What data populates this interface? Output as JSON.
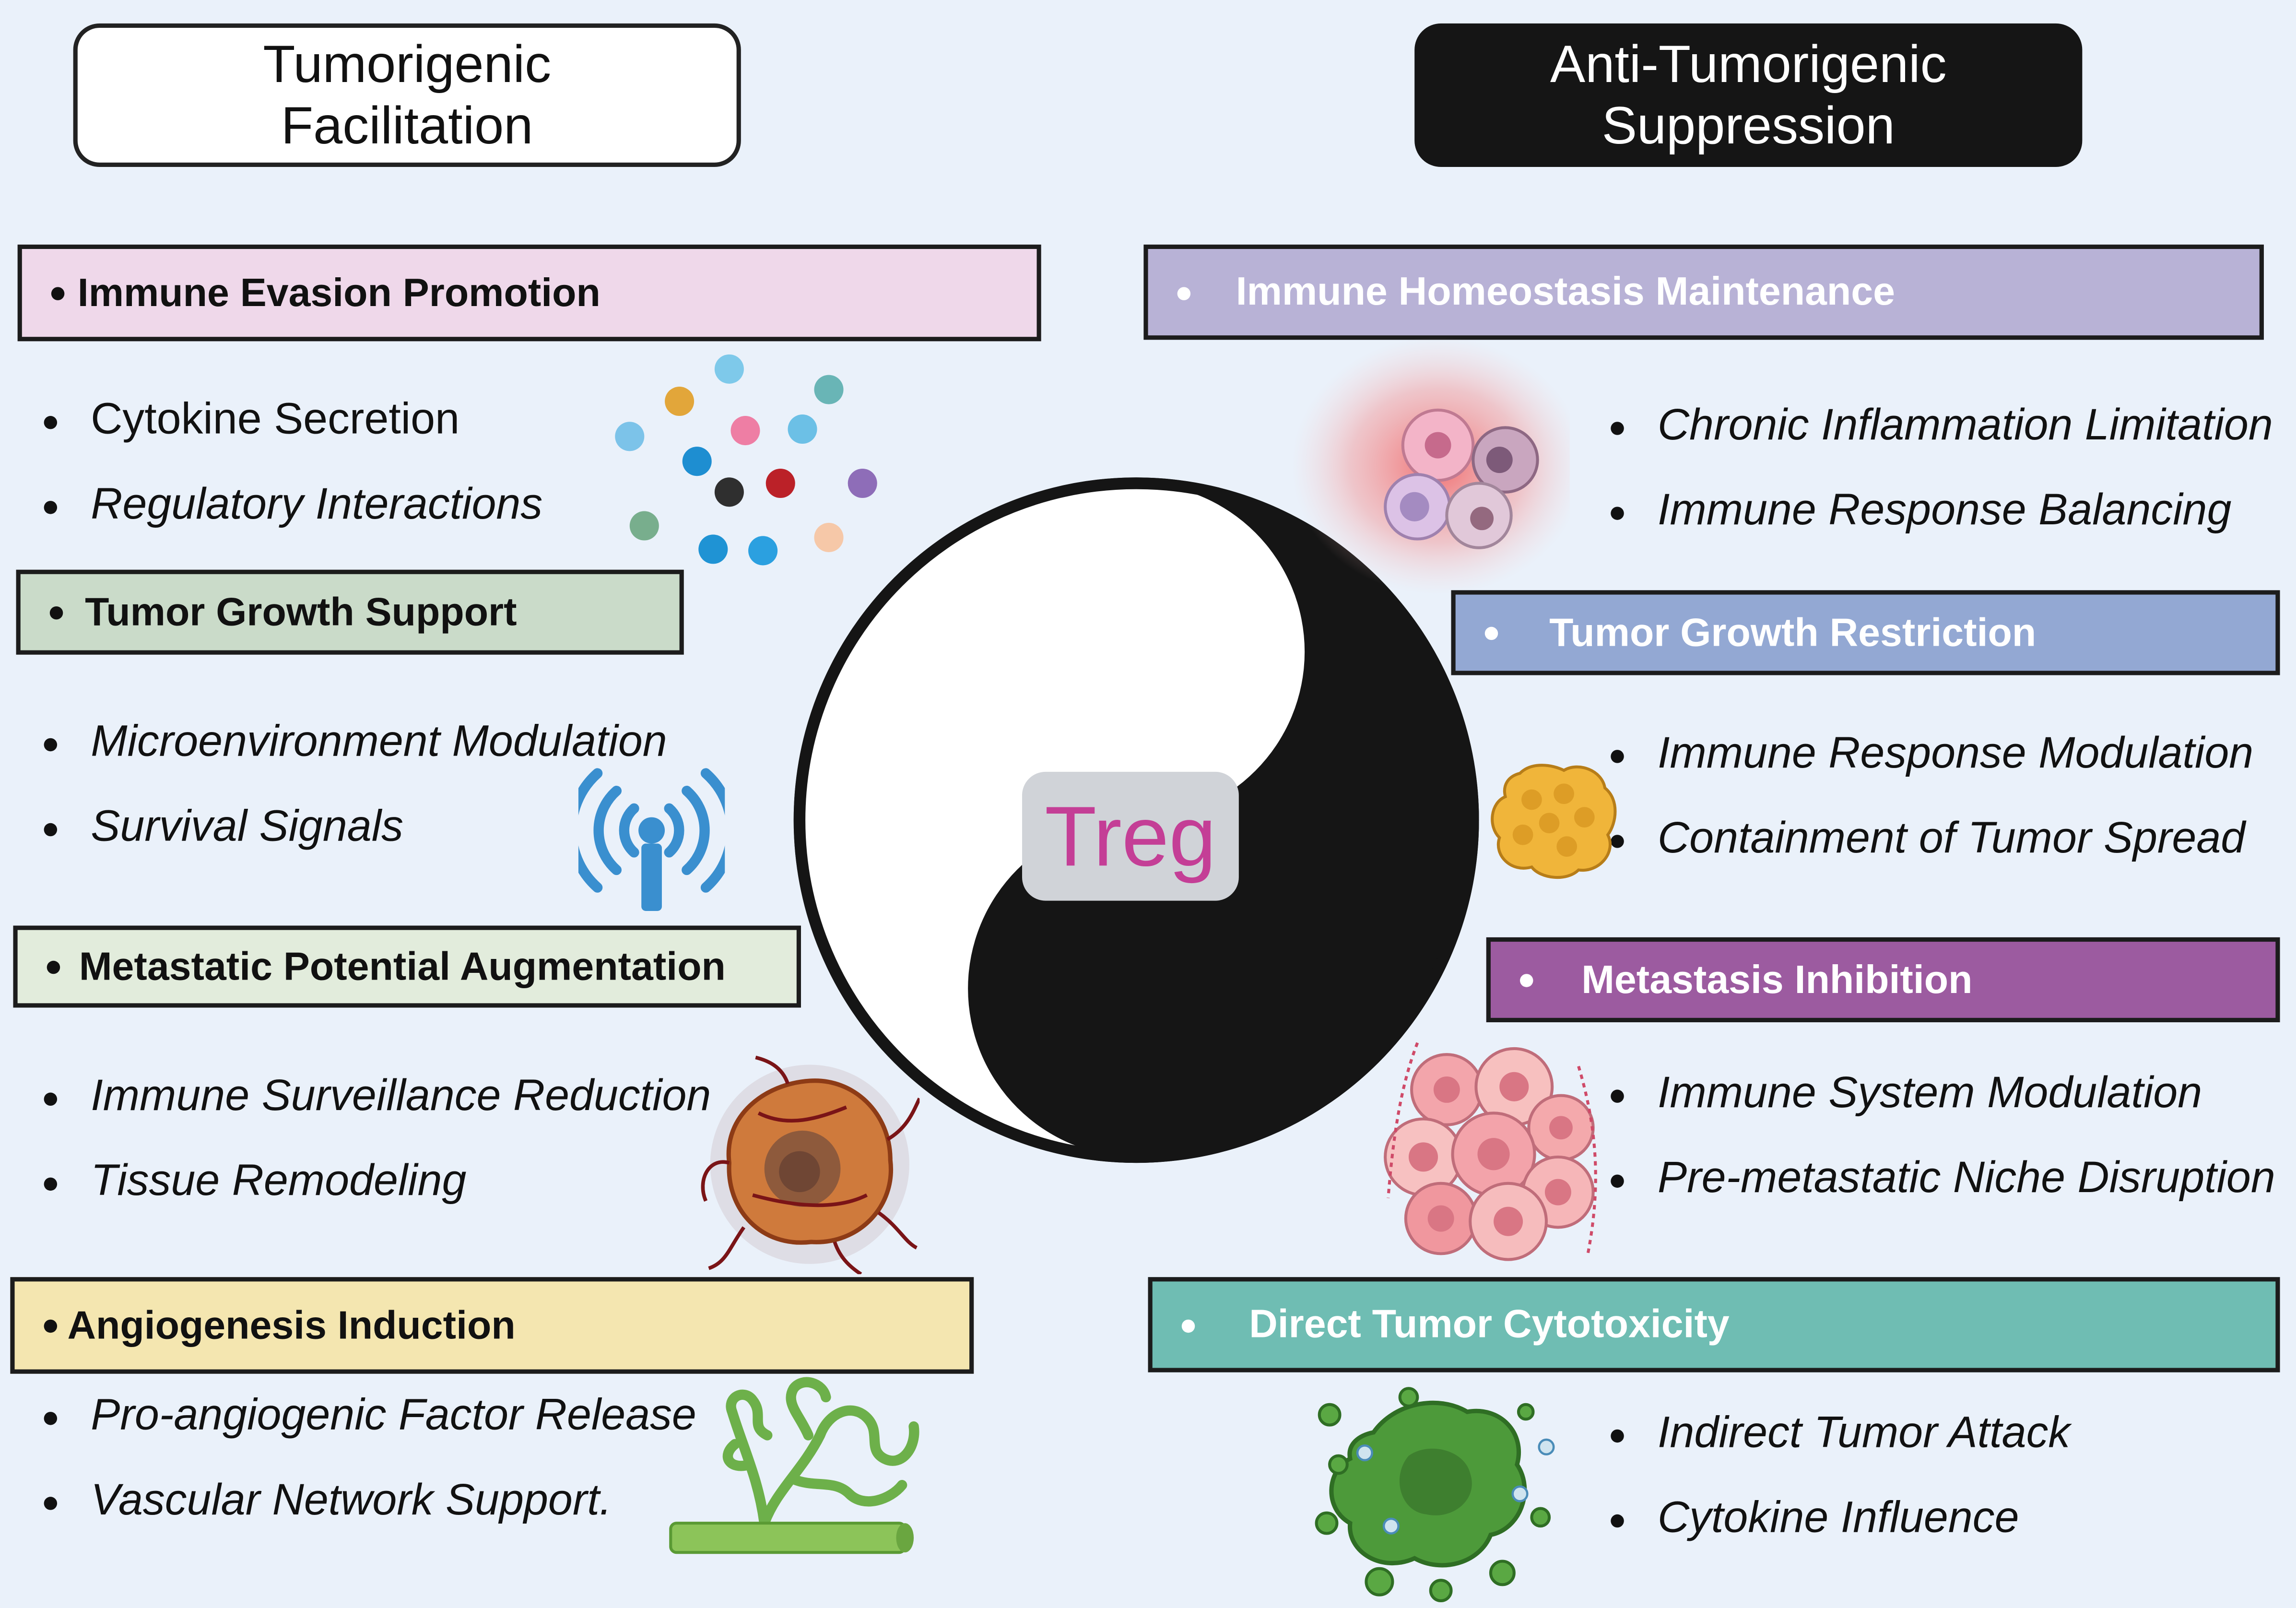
{
  "headers": {
    "left": "Tumorigenic\nFacilitation",
    "right": "Anti-Tumorigenic\nSuppression"
  },
  "center_label": "Treg",
  "left": {
    "immune_evasion": {
      "title": "Immune Evasion Promotion",
      "items": [
        "Cytokine Secretion",
        "Regulatory Interactions"
      ]
    },
    "tumor_growth": {
      "title": "Tumor Growth Support",
      "items": [
        "Microenvironment Modulation",
        "Survival Signals"
      ]
    },
    "metastatic": {
      "title": "Metastatic Potential Augmentation",
      "items": [
        "Immune Surveillance Reduction",
        "Tissue Remodeling"
      ]
    },
    "angiogenesis": {
      "title": "Angiogenesis Induction",
      "items": [
        "Pro-angiogenic Factor Release",
        "Vascular Network Support."
      ]
    }
  },
  "right": {
    "homeostasis": {
      "title": "Immune Homeostasis Maintenance",
      "items": [
        "Chronic Inflammation Limitation",
        "Immune Response Balancing"
      ]
    },
    "growth_restriction": {
      "title": "Tumor Growth Restriction",
      "items": [
        "Immune Response Modulation",
        "Containment of Tumor Spread"
      ]
    },
    "metastasis_inhibition": {
      "title": "Metastasis Inhibition",
      "items": [
        "Immune System Modulation",
        "Pre-metastatic Niche Disruption"
      ]
    },
    "cytotoxicity": {
      "title": "Direct Tumor Cytotoxicity",
      "items": [
        "Indirect Tumor Attack",
        "Cytokine Influence"
      ]
    }
  },
  "colors": {
    "background": "#eaf1fa",
    "immune_evasion": "#efd8ea",
    "tumor_growth": "#cadbc9",
    "metastatic": "#e2ecdc",
    "angiogenesis": "#f4e6b0",
    "homeostasis": "#b8b2d6",
    "growth_restriction": "#93a8d3",
    "metastasis_inhibition": "#9c5ba0",
    "cytotoxicity": "#6fbdb3",
    "treg_text": "#c43e96"
  },
  "icons": [
    "cytokine-particles-icon",
    "signal-antenna-icon",
    "necrotic-tumor-icon",
    "blood-vessel-icon",
    "immune-cells-icon",
    "tumor-mass-icon",
    "metastatic-cells-icon",
    "cytotoxic-cell-icon",
    "yin-yang-icon"
  ]
}
